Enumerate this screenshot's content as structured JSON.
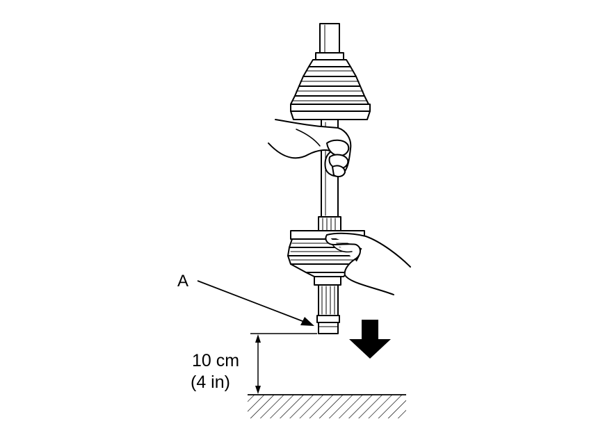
{
  "labels": {
    "callout": "A",
    "dimension_metric": "10 cm",
    "dimension_imperial": "(4 in)"
  },
  "colors": {
    "line": "#000000",
    "fill": "#ffffff"
  },
  "icons": {
    "drop_direction": "arrow-down-icon"
  }
}
